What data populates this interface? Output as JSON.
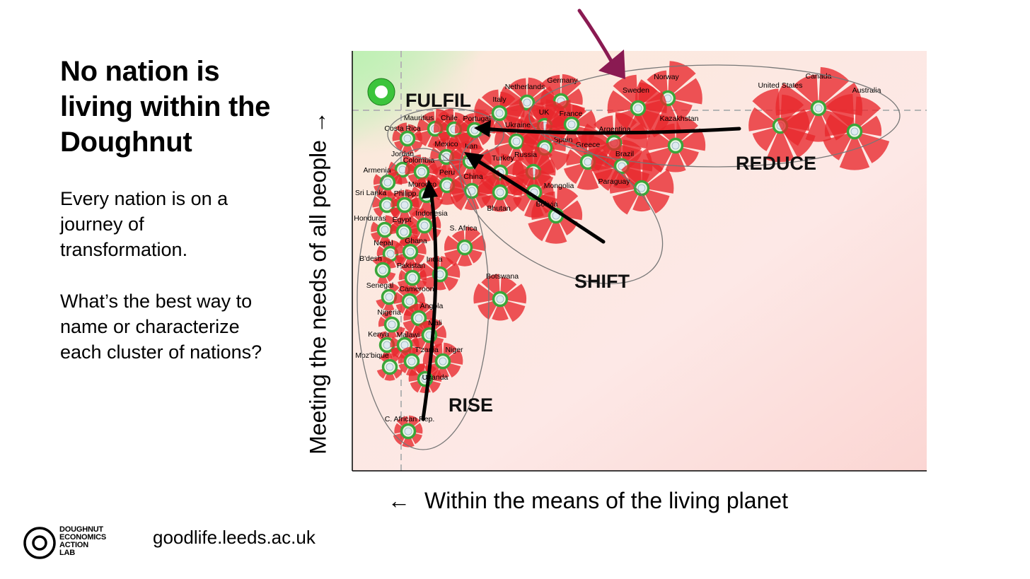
{
  "slide": {
    "title": "No nation is living within the Doughnut",
    "paragraph1": "Every nation is on a journey of transformation.",
    "paragraph2": "What’s the best way to name or characterize each cluster of nations?",
    "y_axis_label": "Meeting the needs of all people →",
    "x_axis_label": "Within the means of the living planet",
    "x_axis_arrow": "←",
    "url": "goodlife.leeds.ac.uk",
    "logo_lines": [
      "DOUGHNUT",
      "ECONOMICS",
      "ACTION",
      "LAB"
    ]
  },
  "clusters": {
    "fulfil": "FULFIL",
    "reduce": "REDUCE",
    "shift": "SHIFT",
    "rise": "RISE"
  },
  "colors": {
    "overshoot": "#e8262b",
    "ring": "#3aa63a",
    "target_ring": "#3cc43c",
    "annotation_arrow": "#8a1a52"
  },
  "countries": [
    {
      "name": "Norway"
    },
    {
      "name": "Sweden"
    },
    {
      "name": "Kazakhstan"
    },
    {
      "name": "United States"
    },
    {
      "name": "Canada"
    },
    {
      "name": "Australia"
    },
    {
      "name": "Netherlands"
    },
    {
      "name": "Germany"
    },
    {
      "name": "Italy"
    },
    {
      "name": "UK"
    },
    {
      "name": "France"
    },
    {
      "name": "Mauritius"
    },
    {
      "name": "Chile"
    },
    {
      "name": "Portugal"
    },
    {
      "name": "Costa Rica"
    },
    {
      "name": "Ukraine"
    },
    {
      "name": "Spain"
    },
    {
      "name": "Argentina"
    },
    {
      "name": "Greece"
    },
    {
      "name": "Brazil"
    },
    {
      "name": "Mexico"
    },
    {
      "name": "Iran"
    },
    {
      "name": "Russia"
    },
    {
      "name": "Turkey"
    },
    {
      "name": "Jordan"
    },
    {
      "name": "Colombia"
    },
    {
      "name": "Armenia"
    },
    {
      "name": "Peru"
    },
    {
      "name": "China"
    },
    {
      "name": "Mongolia"
    },
    {
      "name": "Paraguay"
    },
    {
      "name": "Morocco"
    },
    {
      "name": "Sri Lanka"
    },
    {
      "name": "Philipp."
    },
    {
      "name": "Bhutan"
    },
    {
      "name": "Bolivia"
    },
    {
      "name": "Indonesia"
    },
    {
      "name": "Honduras"
    },
    {
      "name": "Egypt"
    },
    {
      "name": "S. Africa"
    },
    {
      "name": "Nepal"
    },
    {
      "name": "Ghana"
    },
    {
      "name": "B'desh"
    },
    {
      "name": "India"
    },
    {
      "name": "Pakistan"
    },
    {
      "name": "Botswana"
    },
    {
      "name": "Senegal"
    },
    {
      "name": "Cameroon"
    },
    {
      "name": "Angola"
    },
    {
      "name": "Nigeria"
    },
    {
      "name": "Mali"
    },
    {
      "name": "Kenya"
    },
    {
      "name": "Malawi"
    },
    {
      "name": "T'zania"
    },
    {
      "name": "Niger"
    },
    {
      "name": "Moz'bique"
    },
    {
      "name": "Uganda"
    },
    {
      "name": "C. African Rep."
    }
  ]
}
